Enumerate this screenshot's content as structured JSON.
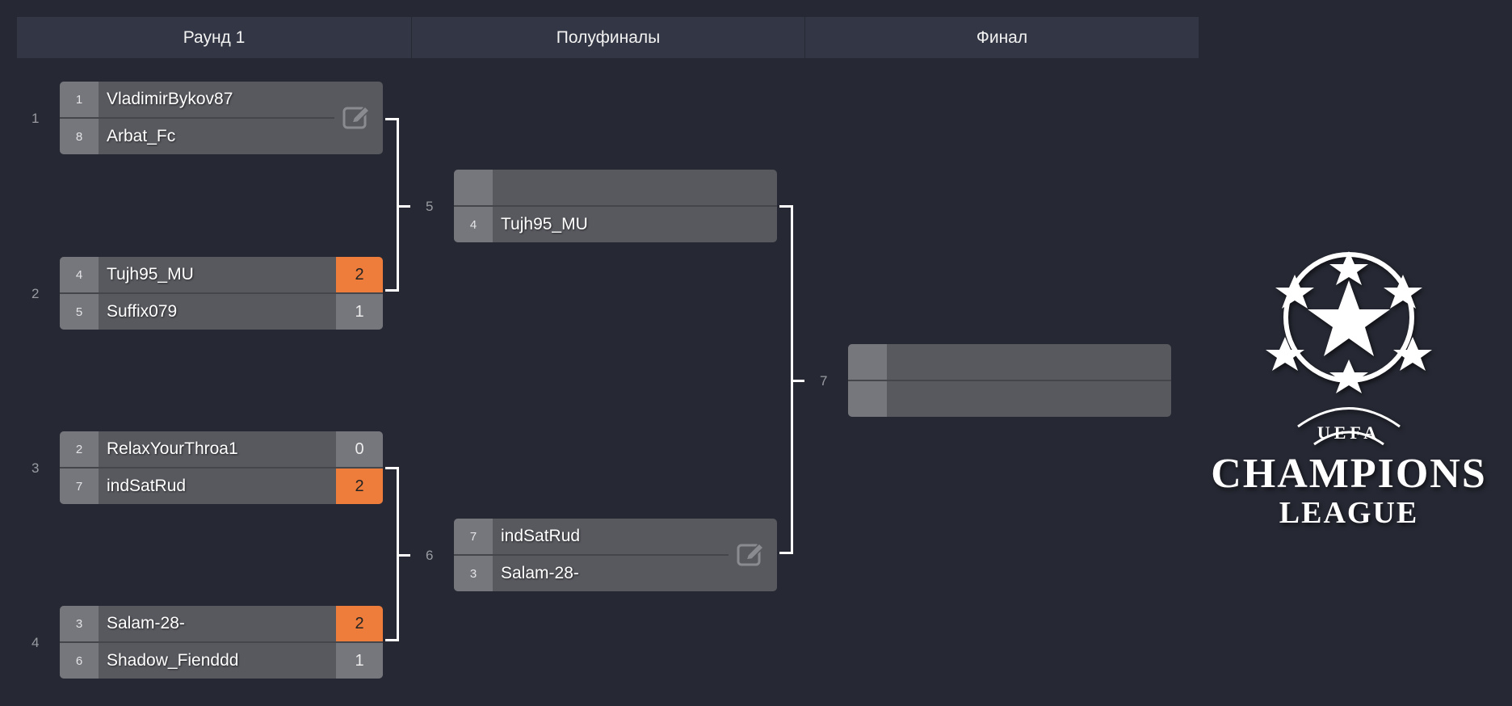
{
  "rounds": [
    "Раунд 1",
    "Полуфиналы",
    "Финал"
  ],
  "matches": {
    "m1": {
      "number": "1",
      "top": {
        "seed": "1",
        "name": "VladimirBykov87"
      },
      "bottom": {
        "seed": "8",
        "name": "Arbat_Fc"
      }
    },
    "m2": {
      "number": "2",
      "top": {
        "seed": "4",
        "name": "Tujh95_MU",
        "score": "2"
      },
      "bottom": {
        "seed": "5",
        "name": "Suffix079",
        "score": "1"
      }
    },
    "m3": {
      "number": "3",
      "top": {
        "seed": "2",
        "name": "RelaxYourThroa1",
        "score": "0"
      },
      "bottom": {
        "seed": "7",
        "name": "indSatRud",
        "score": "2"
      }
    },
    "m4": {
      "number": "4",
      "top": {
        "seed": "3",
        "name": "Salam-28-",
        "score": "2"
      },
      "bottom": {
        "seed": "6",
        "name": "Shadow_Fienddd",
        "score": "1"
      }
    },
    "m5": {
      "number": "5",
      "top": {
        "seed": "",
        "name": ""
      },
      "bottom": {
        "seed": "4",
        "name": "Tujh95_MU"
      }
    },
    "m6": {
      "number": "6",
      "top": {
        "seed": "7",
        "name": "indSatRud"
      },
      "bottom": {
        "seed": "3",
        "name": "Salam-28-"
      }
    },
    "m7": {
      "number": "7",
      "top": {
        "seed": "",
        "name": ""
      },
      "bottom": {
        "seed": "",
        "name": ""
      }
    }
  },
  "logo": {
    "arc": "UEFA",
    "title": "CHAMPIONS",
    "subtitle": "LEAGUE"
  },
  "colors": {
    "background": "#262833",
    "header": "#333644",
    "winner": "#ee7d3b"
  }
}
